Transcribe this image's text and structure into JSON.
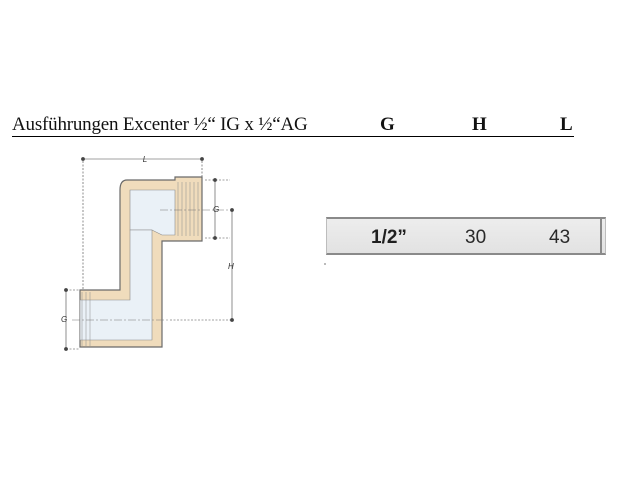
{
  "header": {
    "title": "Ausführungen Excenter ½“ IG x ½“AG",
    "col_g": "G",
    "col_h": "H",
    "col_l": "L"
  },
  "drawing": {
    "label_l": "L",
    "label_g_top": "G",
    "label_h": "H",
    "label_g_left": "G"
  },
  "table": {
    "rows": [
      {
        "size": "1/2”",
        "h": "30",
        "l": "43"
      }
    ]
  },
  "colors": {
    "fitting_body": "#f0dcbc",
    "fitting_outline": "#6a6a6a",
    "bore": "#eaf1f7",
    "row_background": "#e6e6e6",
    "row_border": "#8a8a8a"
  }
}
